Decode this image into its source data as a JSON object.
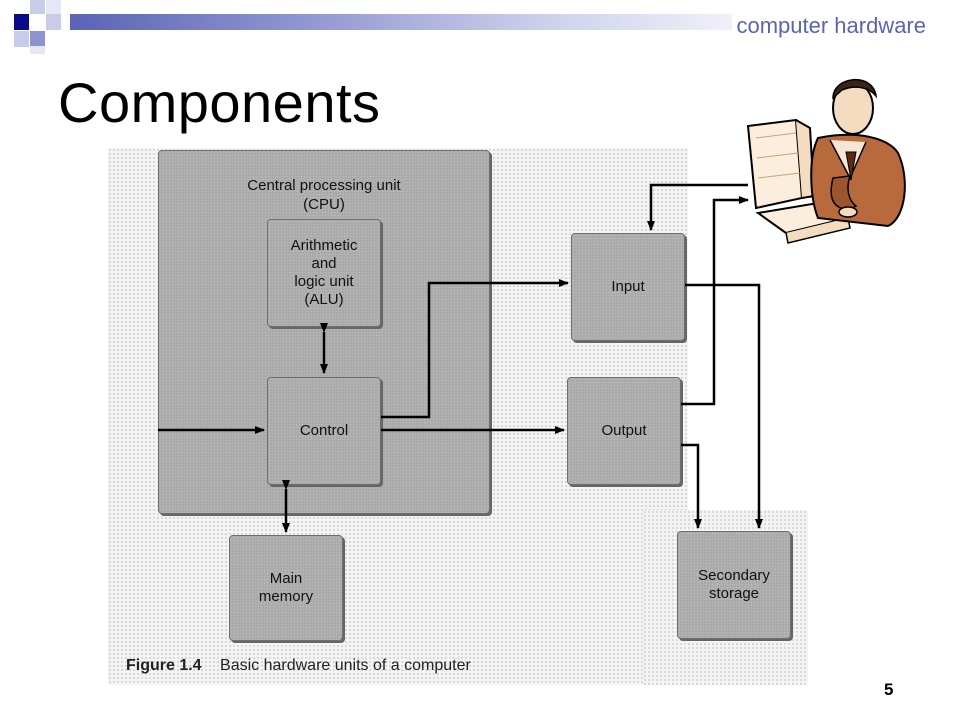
{
  "header": {
    "tag": "computer hardware"
  },
  "slide": {
    "title": "Components",
    "page_number": "5"
  },
  "figure": {
    "cpu_label": "Central processing unit\n(CPU)",
    "alu_label": "Arithmetic\nand\nlogic unit\n(ALU)",
    "control_label": "Control",
    "input_label": "Input",
    "output_label": "Output",
    "memory_label": "Main\nmemory",
    "storage_label": "Secondary\nstorage",
    "caption_number": "Figure 1.4",
    "caption_text": "Basic hardware units of a computer"
  },
  "colors": {
    "accent": "#5a63b6",
    "dark_square": "#0a0a8a",
    "block_gray": "#a9a9a9"
  },
  "clipart": {
    "icon": "person-at-computer-icon"
  }
}
